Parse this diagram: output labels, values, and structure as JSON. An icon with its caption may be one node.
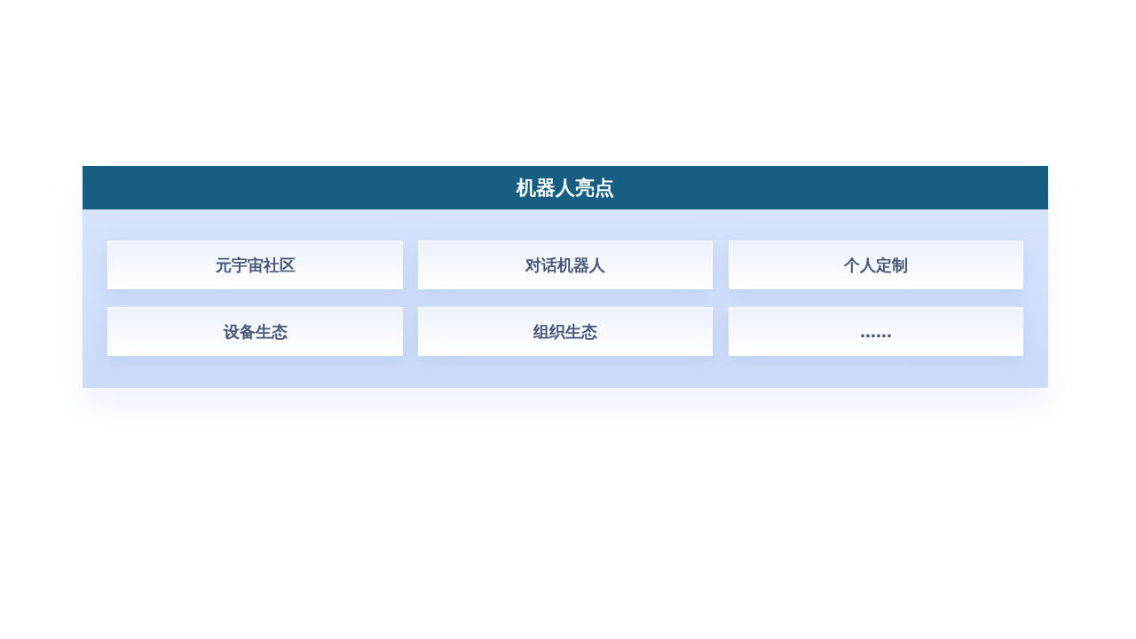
{
  "diagram": {
    "nodes": [
      {
        "text": [
          "机器人亮点"
        ]
      },
      {
        "text": [
          "元宇宙社区"
        ],
        "in": 0
      },
      {
        "text": [
          "对话机器人"
        ],
        "in": 0
      },
      {
        "text": [
          "个人定制"
        ],
        "in": 0
      },
      {
        "text": [
          "设备生态"
        ],
        "in": 0
      },
      {
        "text": [
          "组织生态"
        ],
        "in": 0
      },
      {
        "text": [
          "……"
        ],
        "in": 0
      }
    ]
  }
}
